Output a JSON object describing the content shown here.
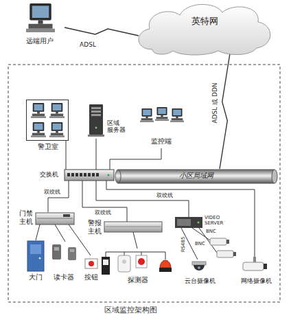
{
  "diagram": {
    "caption": "区域监控架构图",
    "nodes": [
      {
        "text": [
          "远端用户"
        ]
      },
      {
        "text": [
          "英特网"
        ]
      },
      {
        "text": [
          "警卫室"
        ]
      },
      {
        "text": [
          "区域 服务器"
        ]
      },
      {
        "text": [
          "监控端"
        ]
      },
      {
        "text": [
          "交换机"
        ]
      },
      {
        "text": [
          "小区局域网"
        ]
      },
      {
        "text": [
          "门禁 主机"
        ]
      },
      {
        "text": [
          "大门"
        ]
      },
      {
        "text": [
          "读卡器"
        ]
      },
      {
        "text": [
          "按钮"
        ]
      },
      {
        "text": [
          "警报 主机"
        ]
      },
      {
        "text": [
          "探测器"
        ]
      },
      {
        "text": [
          "VIDEO SERVER"
        ]
      },
      {
        "text": [
          "云台摄像机"
        ]
      },
      {
        "text": [
          "网络摄像机"
        ]
      }
    ],
    "edges": [
      {
        "from": 0,
        "to": 1,
        "label": "ADSL",
        "arrow": "none"
      },
      {
        "from": 1,
        "to": 6,
        "label": "ADSL 或 DDN",
        "arrow": "none"
      },
      {
        "from": 5,
        "to": 2,
        "arrow": "none"
      },
      {
        "from": 5,
        "to": 3,
        "arrow": "none"
      },
      {
        "from": 5,
        "to": 4,
        "arrow": "none"
      },
      {
        "from": 5,
        "to": 7,
        "label": "双绞线",
        "arrow": "none"
      },
      {
        "from": 5,
        "to": 11,
        "label": "双绞线",
        "arrow": "none"
      },
      {
        "from": 5,
        "to": 13,
        "label": "双绞线",
        "arrow": "none"
      },
      {
        "from": 5,
        "to": 15,
        "arrow": "none"
      },
      {
        "from": 7,
        "to": 8,
        "arrow": "none"
      },
      {
        "from": 7,
        "to": 9,
        "arrow": "none"
      },
      {
        "from": 7,
        "to": 10,
        "arrow": "none"
      },
      {
        "from": 11,
        "to": 12,
        "arrow": "none"
      },
      {
        "from": 13,
        "to": 14,
        "label": "RS485",
        "arrow": "none"
      }
    ],
    "labels": [
      "BNC",
      "BNC"
    ]
  }
}
